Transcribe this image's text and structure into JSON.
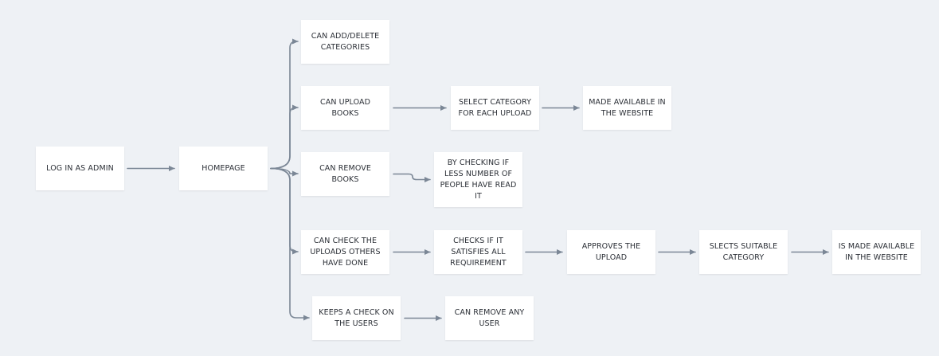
{
  "colors": {
    "background": "#eef1f5",
    "node_fill": "#ffffff",
    "edge": "#7b8796",
    "text": "#2b2f36"
  },
  "nodes": {
    "login": "LOG IN AS ADMIN",
    "homepage": "HOMEPAGE",
    "add_delete_categories": "CAN ADD/DELETE CATEGORIES",
    "upload_books": "CAN UPLOAD BOOKS",
    "select_category": "SELECT CATEGORY FOR EACH UPLOAD",
    "made_available": "MADE AVAILABLE IN THE WEBSITE",
    "remove_books": "CAN REMOVE BOOKS",
    "by_checking": "BY CHECKING IF LESS NUMBER OF PEOPLE HAVE READ IT",
    "check_uploads": "CAN CHECK THE UPLOADS OTHERS HAVE DONE",
    "checks_requirement": "CHECKS IF IT SATISFIES ALL REQUIREMENT",
    "approves_upload": "APPROVES THE UPLOAD",
    "selects_category": "SLECTS SUITABLE CATEGORY",
    "is_made_available": "IS MADE AVAILABLE IN THE WEBSITE",
    "keeps_check_users": "KEEPS A CHECK ON THE USERS",
    "remove_user": "CAN REMOVE ANY USER"
  },
  "edges": [
    [
      "login",
      "homepage"
    ],
    [
      "homepage",
      "add_delete_categories"
    ],
    [
      "homepage",
      "upload_books"
    ],
    [
      "homepage",
      "remove_books"
    ],
    [
      "homepage",
      "check_uploads"
    ],
    [
      "homepage",
      "keeps_check_users"
    ],
    [
      "upload_books",
      "select_category"
    ],
    [
      "select_category",
      "made_available"
    ],
    [
      "remove_books",
      "by_checking"
    ],
    [
      "check_uploads",
      "checks_requirement"
    ],
    [
      "checks_requirement",
      "approves_upload"
    ],
    [
      "approves_upload",
      "selects_category"
    ],
    [
      "selects_category",
      "is_made_available"
    ],
    [
      "keeps_check_users",
      "remove_user"
    ]
  ]
}
